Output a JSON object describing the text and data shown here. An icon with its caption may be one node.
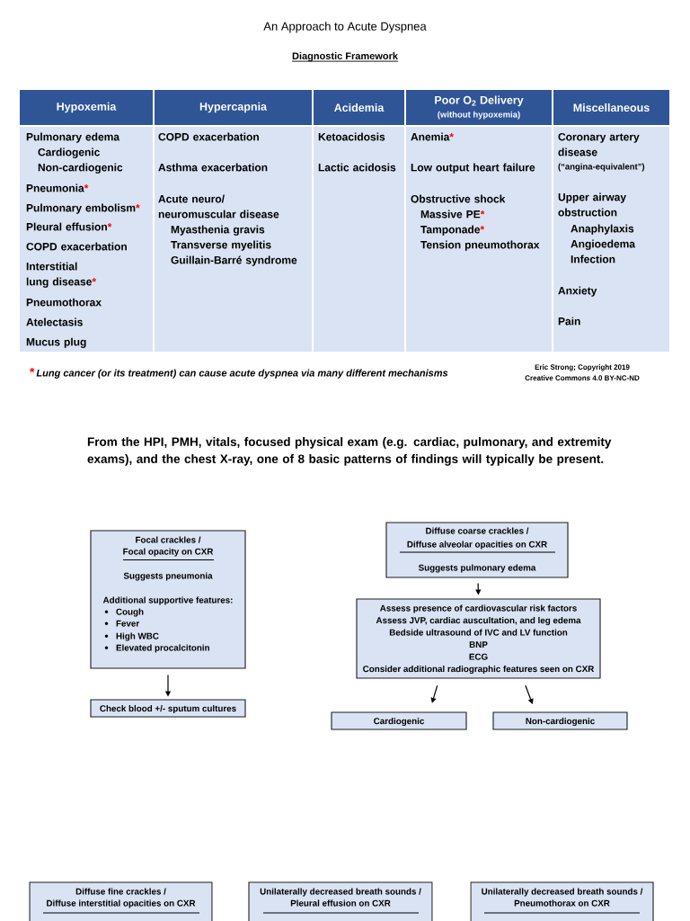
{
  "diagram": {
    "title": "An Approach to Acute Dyspnea",
    "nodes": [
      {
        "text": [
          "Hypoxemia"
        ]
      },
      {
        "text": [
          "Hypercapnia"
        ]
      },
      {
        "text": [
          "Acidemia"
        ]
      },
      {
        "text": [
          "Poor O$_{2}$ Delivery",
          "(without hypoxemia)"
        ]
      },
      {
        "text": [
          "Miscellaneous"
        ]
      },
      {
        "text": [
          "Pulmonary edema",
          "Cardiogenic",
          "Non-cardiogenic",
          "Pneumonia",
          "*",
          "Pulmonary embolism",
          "*",
          "Pleural effusion",
          "*",
          "COPD exacerbation",
          "Interstitial lung disease",
          "*",
          "Pneumothorax",
          "Atelectasis",
          "Mucus plug"
        ]
      },
      {
        "text": [
          "COPD exacerbation",
          "Asthma exacerbation",
          "Acute neuro/ neuromuscular disease",
          "Myasthenia gravis",
          "Transverse myelitis",
          "Guillain-Barré syndrome"
        ]
      },
      {
        "text": [
          "Ketoacidosis",
          "Lactic acidosis"
        ]
      },
      {
        "text": [
          "Anemia",
          "*",
          "Low output heart failure",
          "Obstructive shock",
          "Massive PE",
          "*",
          "Tamponade",
          "*",
          "Tension pneumothorax"
        ]
      },
      {
        "text": [
          "Coronary artery disease",
          "(“angina-equivalent”)",
          "Upper airway obstruction",
          "Anaphylaxis",
          "Angioedema",
          "Infection",
          "Anxiety",
          "Pain"
        ]
      },
      {
        "text": [
          "Focal crackles /",
          "Focal opacity on CXR",
          "Suggests pneumonia",
          "Additional supportive features:",
          "Cough",
          "Fever",
          "High WBC",
          "Elevated procalcitonin"
        ]
      },
      {
        "text": [
          "Check blood +/- sputum cultures"
        ]
      },
      {
        "text": [
          "Diffuse coarse crackles /",
          "Diffuse alveolar opacities on CXR",
          "Suggests pulmonary edema"
        ]
      },
      {
        "text": [
          "Assess presence of cardiovascular risk factors",
          "Assess JVP, cardiac auscultation, and leg edema",
          "Bedside ultrasound of IVC and LV function",
          "BNP",
          "ECG",
          "Consider additional radiographic features seen on CXR"
        ]
      },
      {
        "text": [
          "Cardiogenic"
        ]
      },
      {
        "text": [
          "Non-cardiogenic"
        ]
      },
      {
        "text": [
          "Diffuse fine crackles /",
          "Diffuse interstitial opacities on CXR"
        ]
      },
      {
        "text": [
          "Unilaterally decreased breath sounds /",
          "Pleural effusion on CXR"
        ]
      },
      {
        "text": [
          "Unilaterally decreased breath sounds /",
          "Pneumothorax on CXR"
        ]
      }
    ],
    "edges": [
      {
        "from": 10,
        "to": 11,
        "arrow": "to"
      },
      {
        "from": 12,
        "to": 13,
        "arrow": "to"
      },
      {
        "from": 13,
        "to": 14,
        "arrow": "to"
      },
      {
        "from": 13,
        "to": 15,
        "arrow": "to"
      }
    ],
    "labels": [
      "Diagnostic Framework",
      "*",
      "Lung cancer (or its treatment) can cause acute dyspnea via many different mechanisms",
      "Eric Strong; Copyright 2019",
      "Creative Commons 4.0 BY-NC-ND",
      "From the HPI, PMH, vitals, focused physical exam (e.g. cardiac, pulmonary, and extremity exams), and the chest X-ray, one of 8 basic patterns of findings will typically be present."
    ]
  }
}
